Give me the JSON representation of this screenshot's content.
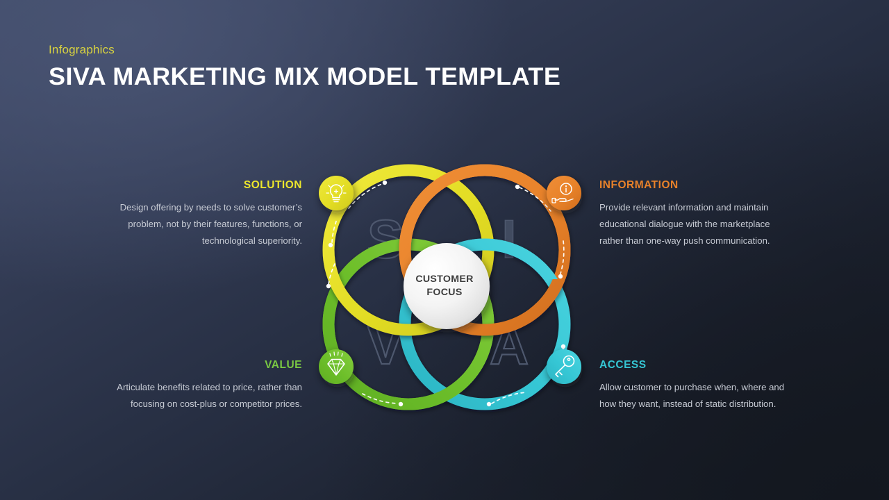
{
  "header": {
    "kicker": "Infographics",
    "title": "SIVA MARKETING MIX MODEL TEMPLATE",
    "kicker_color": "#d9d33f",
    "title_color": "#ffffff"
  },
  "center": {
    "line1": "CUSTOMER",
    "line2": "FOCUS",
    "text_color": "#3d3d3d",
    "fill": "#f2f2f2"
  },
  "background": {
    "top_left": "#414c6b",
    "bottom_right": "#161b24"
  },
  "watermarks": {
    "top_left": "S",
    "top_right": "I",
    "bottom_left": "V",
    "bottom_right": "A",
    "color": "#4a5469"
  },
  "segments": [
    {
      "key": "solution",
      "heading": "SOLUTION",
      "body": "Design offering by needs to solve customer’s problem, not by their features, functions, or technological superiority.",
      "color": "#e6e02a",
      "color_dark": "#c9c41f",
      "icon": "lightbulb-icon",
      "letter": "S",
      "align": "right"
    },
    {
      "key": "information",
      "heading": "INFORMATION",
      "body": "Provide relevant information and maintain educational dialogue with the marketplace rather than one-way push communication.",
      "color": "#e8822a",
      "color_dark": "#cc6c1c",
      "icon": "hand-info-icon",
      "letter": "I",
      "align": "left"
    },
    {
      "key": "value",
      "heading": "VALUE",
      "body": "Articulate benefits related to price, rather than focusing on cost-plus or competitor prices.",
      "color": "#6cbe2a",
      "color_dark": "#58a11d",
      "icon": "diamond-icon",
      "letter": "V",
      "align": "right"
    },
    {
      "key": "access",
      "heading": "ACCESS",
      "body": "Allow customer to purchase when, where and how they want, instead of static distribution.",
      "color": "#35c6d4",
      "color_dark": "#26aab7",
      "icon": "key-icon",
      "letter": "A",
      "align": "left"
    }
  ]
}
